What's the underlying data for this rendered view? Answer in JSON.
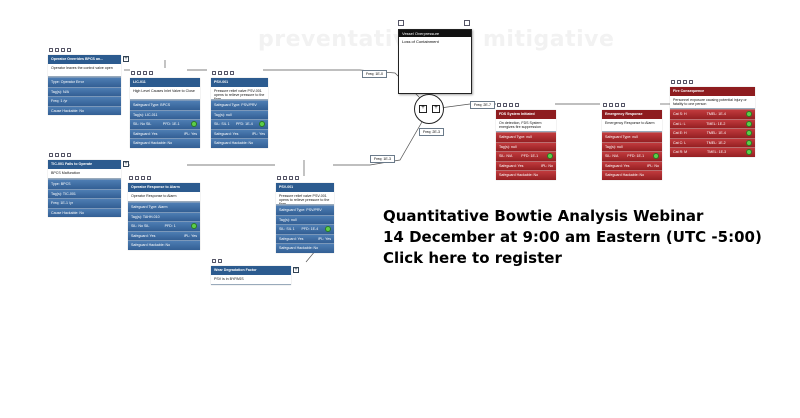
{
  "background_labels": {
    "left": "preventative",
    "right": "mitigative"
  },
  "top_event": {
    "title": "Vessel Overpressure",
    "description": "Loss of Containment"
  },
  "threats": [
    {
      "header": "Operator Overrides BPCS an...",
      "desc": "Operator leaves the control valve open",
      "rows": [
        "Type: Operator Error",
        "Tag(s): N/A",
        "Freq: 1 /yr",
        "Cause Hackable: No"
      ]
    },
    {
      "header": "TIC-001 Fails to Operate",
      "desc": "BPCS Malfunction",
      "rows": [
        "Type: BPCS",
        "Tag(s): TIC-001",
        "Freq: 1E-1 /yr",
        "Cause Hackable: No"
      ]
    }
  ],
  "barriers": [
    {
      "header": "LIC-011",
      "desc": "High Level Causes Inlet Valve to Close",
      "rows": [
        "Safeguard Type: BPCS",
        "Tag(s): LIC-011"
      ],
      "sil": "SIL: No SIL",
      "pfd": "PFD: 1E-1",
      "extra": [
        "Safeguard: Yes",
        "IPL: Yes"
      ],
      "hack": "Safeguard Hackable: No"
    },
    {
      "header": "PSV-001",
      "desc": "Pressure relief valve PSV-001 opens to relieve pressure to the flare",
      "rows": [
        "Safeguard Type: PSV/PRV",
        "Tag(s): null"
      ],
      "sil": "SIL: SIL 1",
      "pfd": "PFD: 1E-4",
      "extra": [
        "Safeguard: Yes",
        "IPL: Yes"
      ],
      "hack": "Safeguard Hackable: No"
    },
    {
      "header": "Operator Response to Alarm",
      "desc": "Operator Response to Alarm",
      "rows": [
        "Safeguard Type: Alarm",
        "Tag(s): TAHH-010"
      ],
      "sil": "SIL: No SIL",
      "pfd": "PFD: 1",
      "extra": [
        "Safeguard: Yes",
        "IPL: Yes"
      ],
      "hack": "Safeguard Hackable: No"
    },
    {
      "header": "PSV-001",
      "desc": "Pressure relief valve PSV-001 opens to relieve pressure to the flare",
      "rows": [
        "Safeguard Type: PSV/PRV",
        "Tag(s): null"
      ],
      "sil": "SIL: SIL 1",
      "pfd": "PFD: 1E-4",
      "extra": [
        "Safeguard: Yes",
        "IPL: Yes"
      ],
      "hack": "Safeguard Hackable: No"
    }
  ],
  "degradation": {
    "header": "Wear Degradation Factor",
    "desc": "PSV is in BYPASS"
  },
  "mitigations": [
    {
      "header": "FDS System Initiated",
      "desc": "On detection, FDS System energizes fire suppression",
      "rows": [
        "Safeguard Type: null",
        "Tag(s): null"
      ],
      "sil": "SIL: N/A",
      "pfd": "PFD: 1E-1",
      "extra": [
        "Safeguard: Yes",
        "IPL: No"
      ],
      "hack": "Safeguard Hackable: No"
    },
    {
      "header": "Emergency Response",
      "desc": "Emergency Response to Alarm",
      "rows": [
        "Safeguard Type: null",
        "Tag(s): null"
      ],
      "sil": "SIL: N/A",
      "pfd": "PFD: 1E-1",
      "extra": [
        "Safeguard: Yes",
        "IPL: No"
      ],
      "hack": "Safeguard Hackable: No"
    }
  ],
  "consequence": {
    "header": "Fire Consequence",
    "desc": "Personnel exposure causing potential injury or fatality to one person",
    "rows": [
      {
        "l": "Cat S: H",
        "r": "TMEL: 1E-4"
      },
      {
        "l": "Cat L: L",
        "r": "TMEL: 1E-2"
      },
      {
        "l": "Cat E: H",
        "r": "TMEL: 1E-4"
      },
      {
        "l": "Cat C: L",
        "r": "TMEL: 1E-2"
      },
      {
        "l": "Cat R: M",
        "r": "TMEL: 1E-3"
      }
    ]
  },
  "frequencies": {
    "f1": "Freq: 1E-0",
    "f2": "Freq: 1E-3",
    "f3": "Freq: 2E-3",
    "f4": "Freq: 2E-7"
  },
  "promo": {
    "line1": "Quantitative Bowtie Analysis Webinar",
    "line2": "14 December at 9:00 am Eastern (UTC -5:00)",
    "line3": "Click here to register"
  },
  "colors": {
    "threat_blue": "#2c5b8f",
    "consequence_red": "#8e1c1f",
    "ok_green": "#5dcf4a"
  }
}
